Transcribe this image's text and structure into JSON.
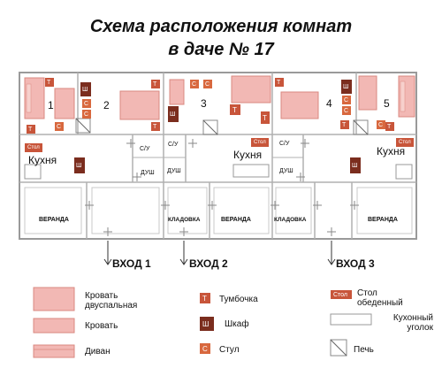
{
  "title": {
    "line1": "Схема расположения комнат",
    "line2": "в даче № 17"
  },
  "plan": {
    "rooms": [
      "1",
      "2",
      "3",
      "4",
      "5"
    ],
    "kitchen": "Кухня",
    "su": "С/У",
    "dush": "ДУШ",
    "veranda": "ВЕРАНДА",
    "kladovka": "КЛАДОВКА"
  },
  "markers": {
    "tumbochka": "Т",
    "shkaf": "Ш",
    "stul": "С",
    "stol": "Стол"
  },
  "entrances": [
    "ВХОД 1",
    "ВХОД 2",
    "ВХОД 3"
  ],
  "legend": {
    "double_bed": "Кровать двуспальная",
    "bed": "Кровать",
    "sofa": "Диван",
    "tumbochka": "Тумбочка",
    "shkaf": "Шкаф",
    "stul": "Стул",
    "table": "Стол обеденный",
    "kitchen_corner": "Кухонный уголок",
    "stove": "Печь"
  },
  "colors": {
    "wall": "#9a9a9a",
    "bed_fill": "#f2b8b4",
    "bed_stroke": "#d98880",
    "tumbochka": "#c8553a",
    "shkaf": "#7b2d1e",
    "stul": "#d8683e",
    "table": "#c8553a"
  }
}
